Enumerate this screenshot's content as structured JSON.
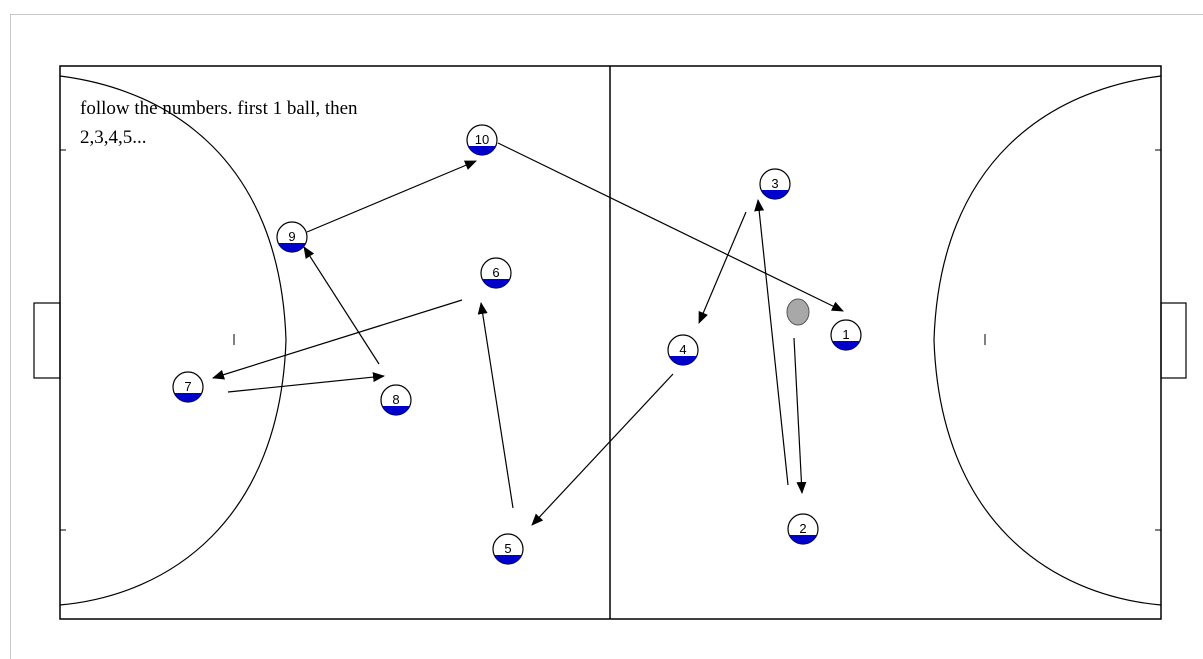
{
  "instructions": "follow the numbers. first 1 ball, then 2,3,4,5...",
  "colors": {
    "line": "#000000",
    "player_fill": "#ffffff",
    "player_base": "#0000cc",
    "ball": "#a8a8a8",
    "frame": "#c8c8c8"
  },
  "players": [
    {
      "label": "1"
    },
    {
      "label": "2"
    },
    {
      "label": "3"
    },
    {
      "label": "4"
    },
    {
      "label": "5"
    },
    {
      "label": "6"
    },
    {
      "label": "7"
    },
    {
      "label": "8"
    },
    {
      "label": "9"
    },
    {
      "label": "10"
    }
  ],
  "ball": {
    "label": ""
  }
}
